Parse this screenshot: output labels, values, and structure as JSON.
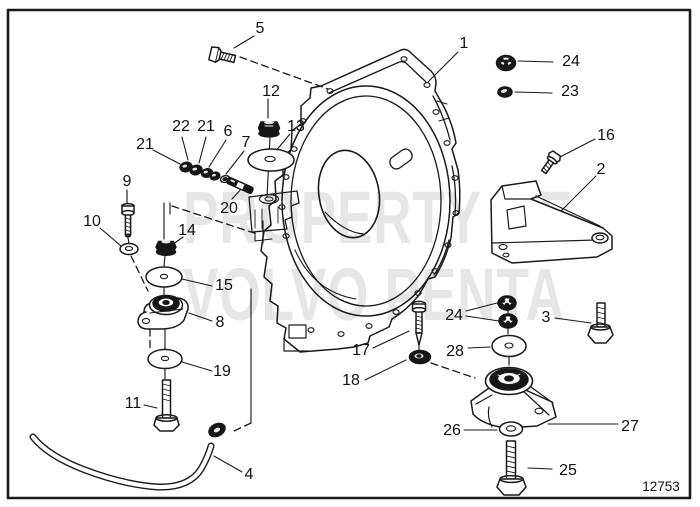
{
  "watermark": {
    "line1": "PROPERTY OF",
    "line2": "VOLVO PENTA"
  },
  "drawing_number": "12753",
  "colors": {
    "line": "#1a1a1a",
    "watermark": "#e6e6e6",
    "background": "#ffffff"
  },
  "callouts": [
    {
      "text": "5"
    },
    {
      "text": "12"
    },
    {
      "text": "13"
    },
    {
      "text": "22"
    },
    {
      "text": "21"
    },
    {
      "text": "6"
    },
    {
      "text": "7"
    },
    {
      "text": "21"
    },
    {
      "text": "20"
    },
    {
      "text": "9"
    },
    {
      "text": "10"
    },
    {
      "text": "14"
    },
    {
      "text": "15"
    },
    {
      "text": "8"
    },
    {
      "text": "19"
    },
    {
      "text": "11"
    },
    {
      "text": "4"
    },
    {
      "text": "1"
    },
    {
      "text": "24"
    },
    {
      "text": "23"
    },
    {
      "text": "16"
    },
    {
      "text": "2"
    },
    {
      "text": "3"
    },
    {
      "text": "24"
    },
    {
      "text": "28"
    },
    {
      "text": "17"
    },
    {
      "text": "18"
    },
    {
      "text": "26"
    },
    {
      "text": "27"
    },
    {
      "text": "25"
    }
  ]
}
